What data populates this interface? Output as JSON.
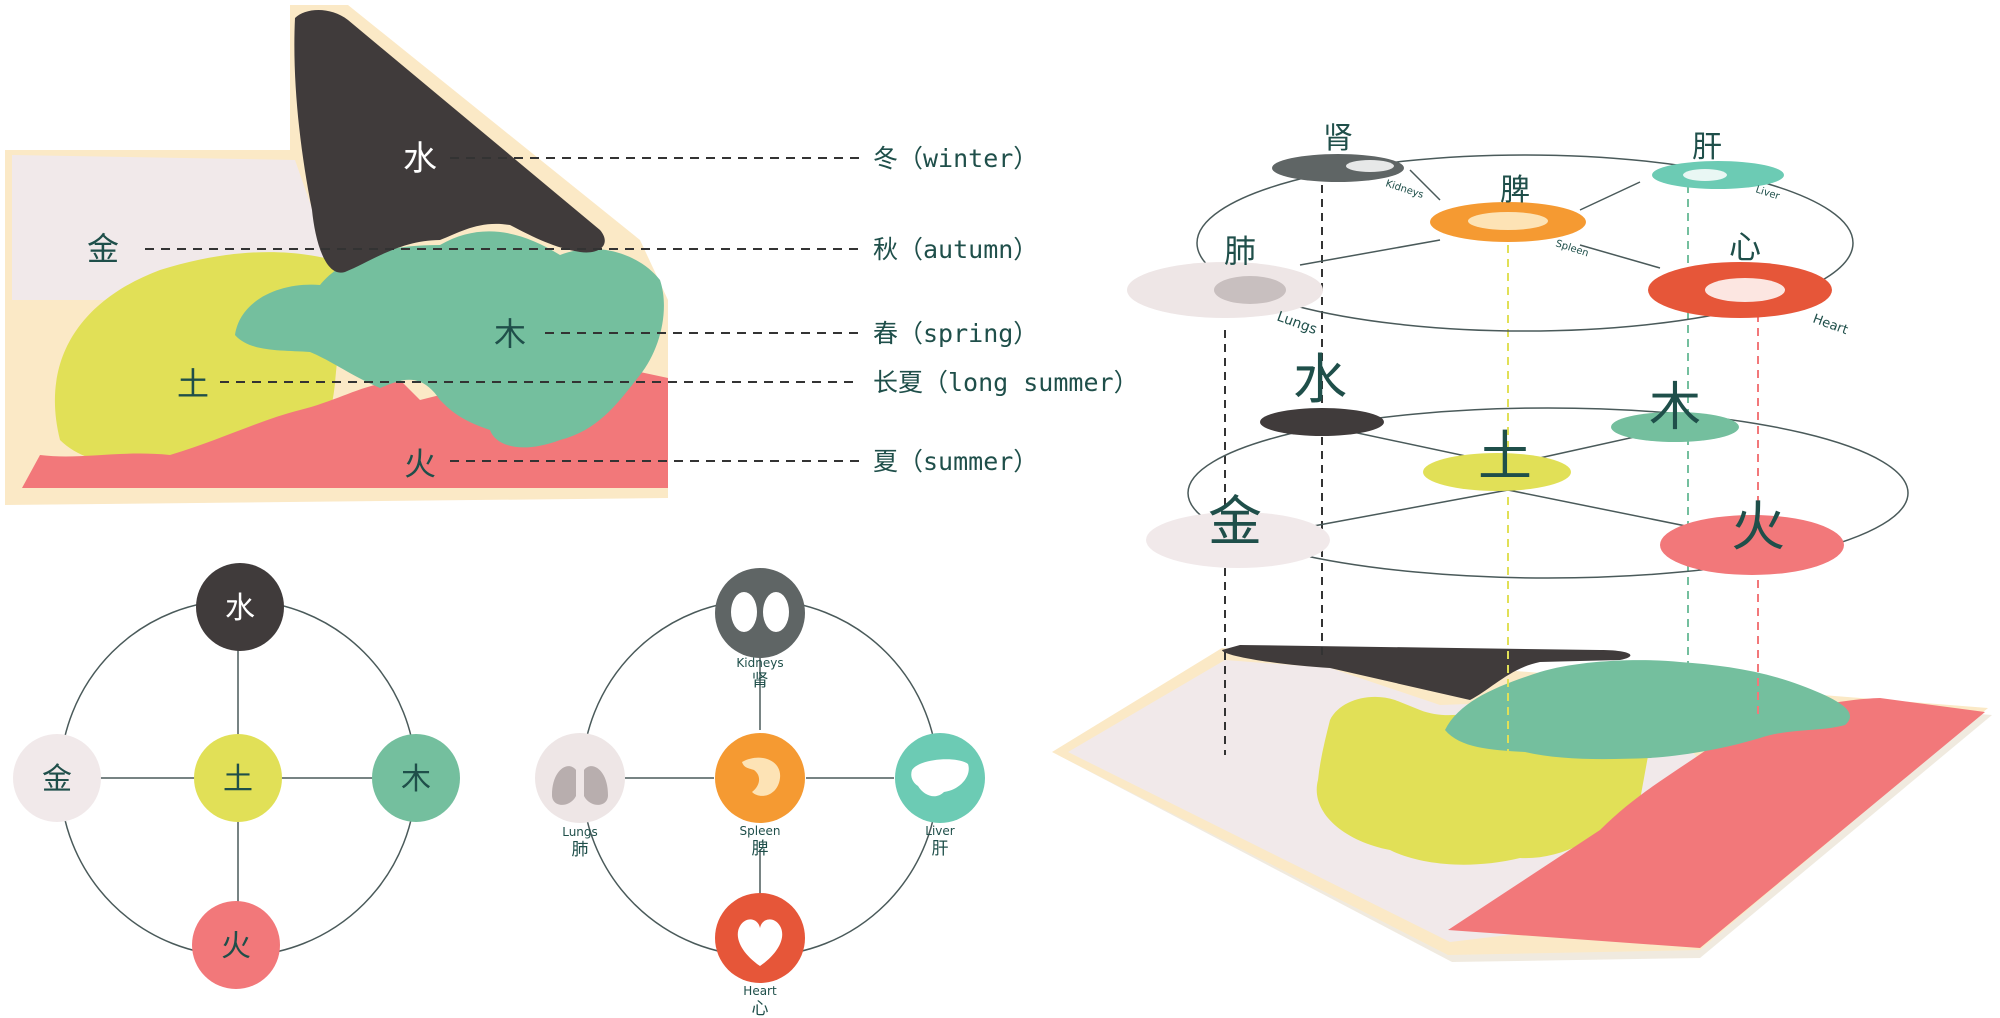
{
  "colors": {
    "water": "#403b3b",
    "metal": "#f1e9ea",
    "earth": "#e1e057",
    "wood": "#74bf9e",
    "fire": "#f2787a",
    "kidney_organ": "#5f6565",
    "spleen_organ": "#f59a32",
    "liver_organ": "#6ccbb4",
    "lung_organ": "#eee6e6",
    "heart_organ": "#e65639",
    "paper": "#fbe9c6",
    "text": "#1f4f4a",
    "line": "#4a5a5a"
  },
  "elements": {
    "water": "水",
    "metal": "金",
    "earth": "土",
    "wood": "木",
    "fire": "火"
  },
  "seasons": {
    "winter": "冬（winter）",
    "autumn": "秋（autumn）",
    "spring": "春（spring）",
    "long_summer": "长夏（long summer）",
    "summer": "夏（summer）"
  },
  "organs": {
    "kidneys": {
      "en": "Kidneys",
      "zh": "肾",
      "icon": "kidneys-icon"
    },
    "lungs": {
      "en": "Lungs",
      "zh": "肺",
      "icon": "lungs-icon"
    },
    "spleen": {
      "en": "Spleen",
      "zh": "脾",
      "icon": "spleen-icon"
    },
    "liver": {
      "en": "Liver",
      "zh": "肝",
      "icon": "liver-icon"
    },
    "heart": {
      "en": "Heart",
      "zh": "心",
      "icon": "heart-icon"
    }
  }
}
